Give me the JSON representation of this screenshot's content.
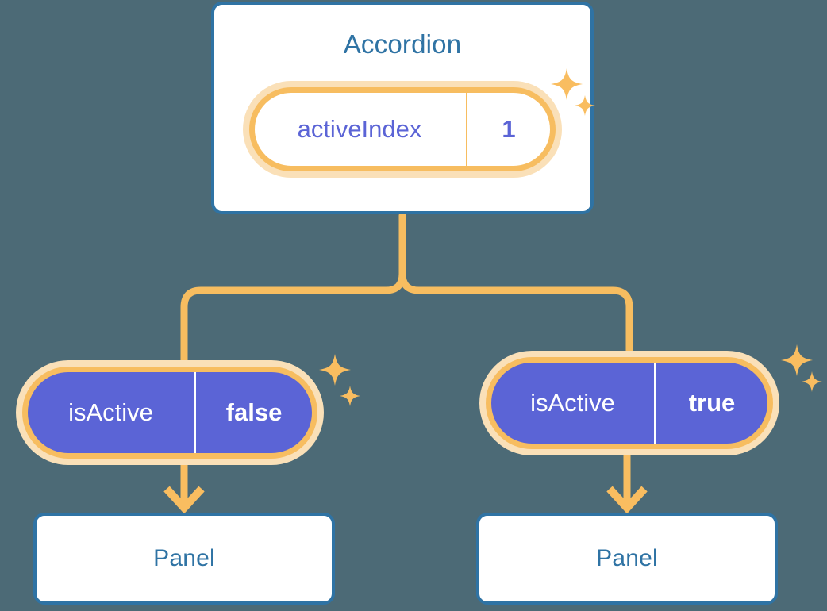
{
  "diagram": {
    "title_component": "Accordion",
    "background_color": "#4c6a76",
    "accent_border_color": "#2f73a4",
    "state_border_color": "#f7bd60",
    "state_halo_color": "#fae0b8",
    "state_fill_color": "#5b64d6",
    "nodes": {
      "root": {
        "label": "Accordion",
        "state": {
          "key": "activeIndex",
          "value": "1"
        },
        "sparkle_icon": "sparkles-icon"
      },
      "children": [
        {
          "state": {
            "key": "isActive",
            "value": "false"
          },
          "panel_label": "Panel",
          "arrow_icon": "arrow-down-icon",
          "sparkle_icon": "sparkles-icon"
        },
        {
          "state": {
            "key": "isActive",
            "value": "true"
          },
          "panel_label": "Panel",
          "arrow_icon": "arrow-down-icon",
          "sparkle_icon": "sparkles-icon"
        }
      ]
    }
  }
}
